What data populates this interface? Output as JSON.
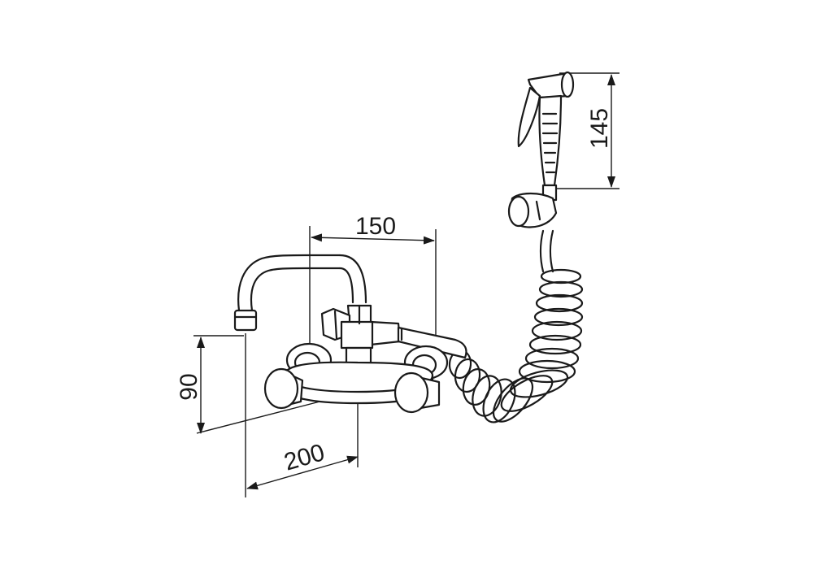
{
  "dimensions": {
    "width_top": "150",
    "height_left": "90",
    "depth_bottom": "200",
    "sprayer_height": "145"
  },
  "colors": {
    "line": "#1a1a1a",
    "background": "#ffffff"
  }
}
